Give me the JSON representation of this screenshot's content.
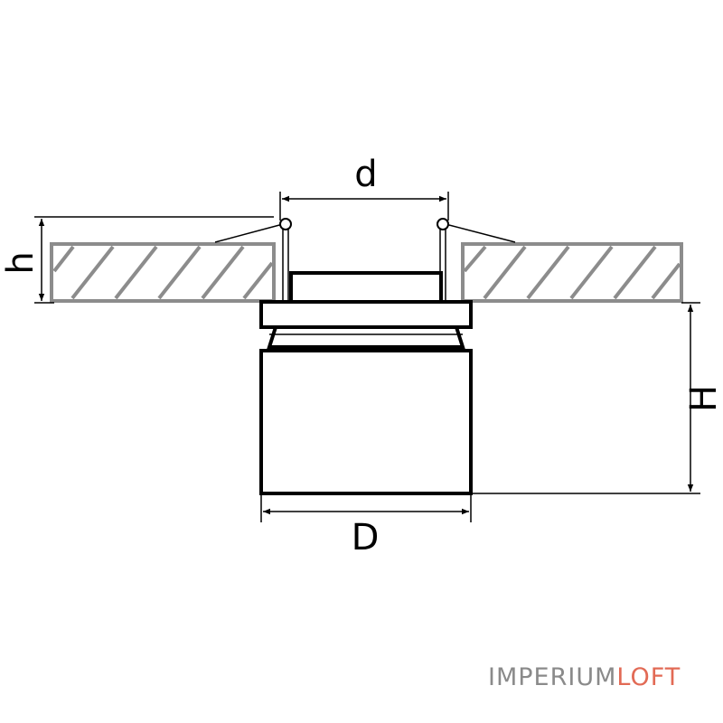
{
  "dimensions": {
    "cutout_diameter": "d",
    "ceiling_thickness": "h",
    "body_height": "H",
    "body_diameter": "D"
  },
  "brand": {
    "part1": "IMPERIUM",
    "part2": "LOFT",
    "color1": "#8a8a8a",
    "color2": "#e26a55"
  },
  "colors": {
    "ceiling": "#8c8c8c",
    "outline": "#000000",
    "dimension_line": "#000000"
  }
}
